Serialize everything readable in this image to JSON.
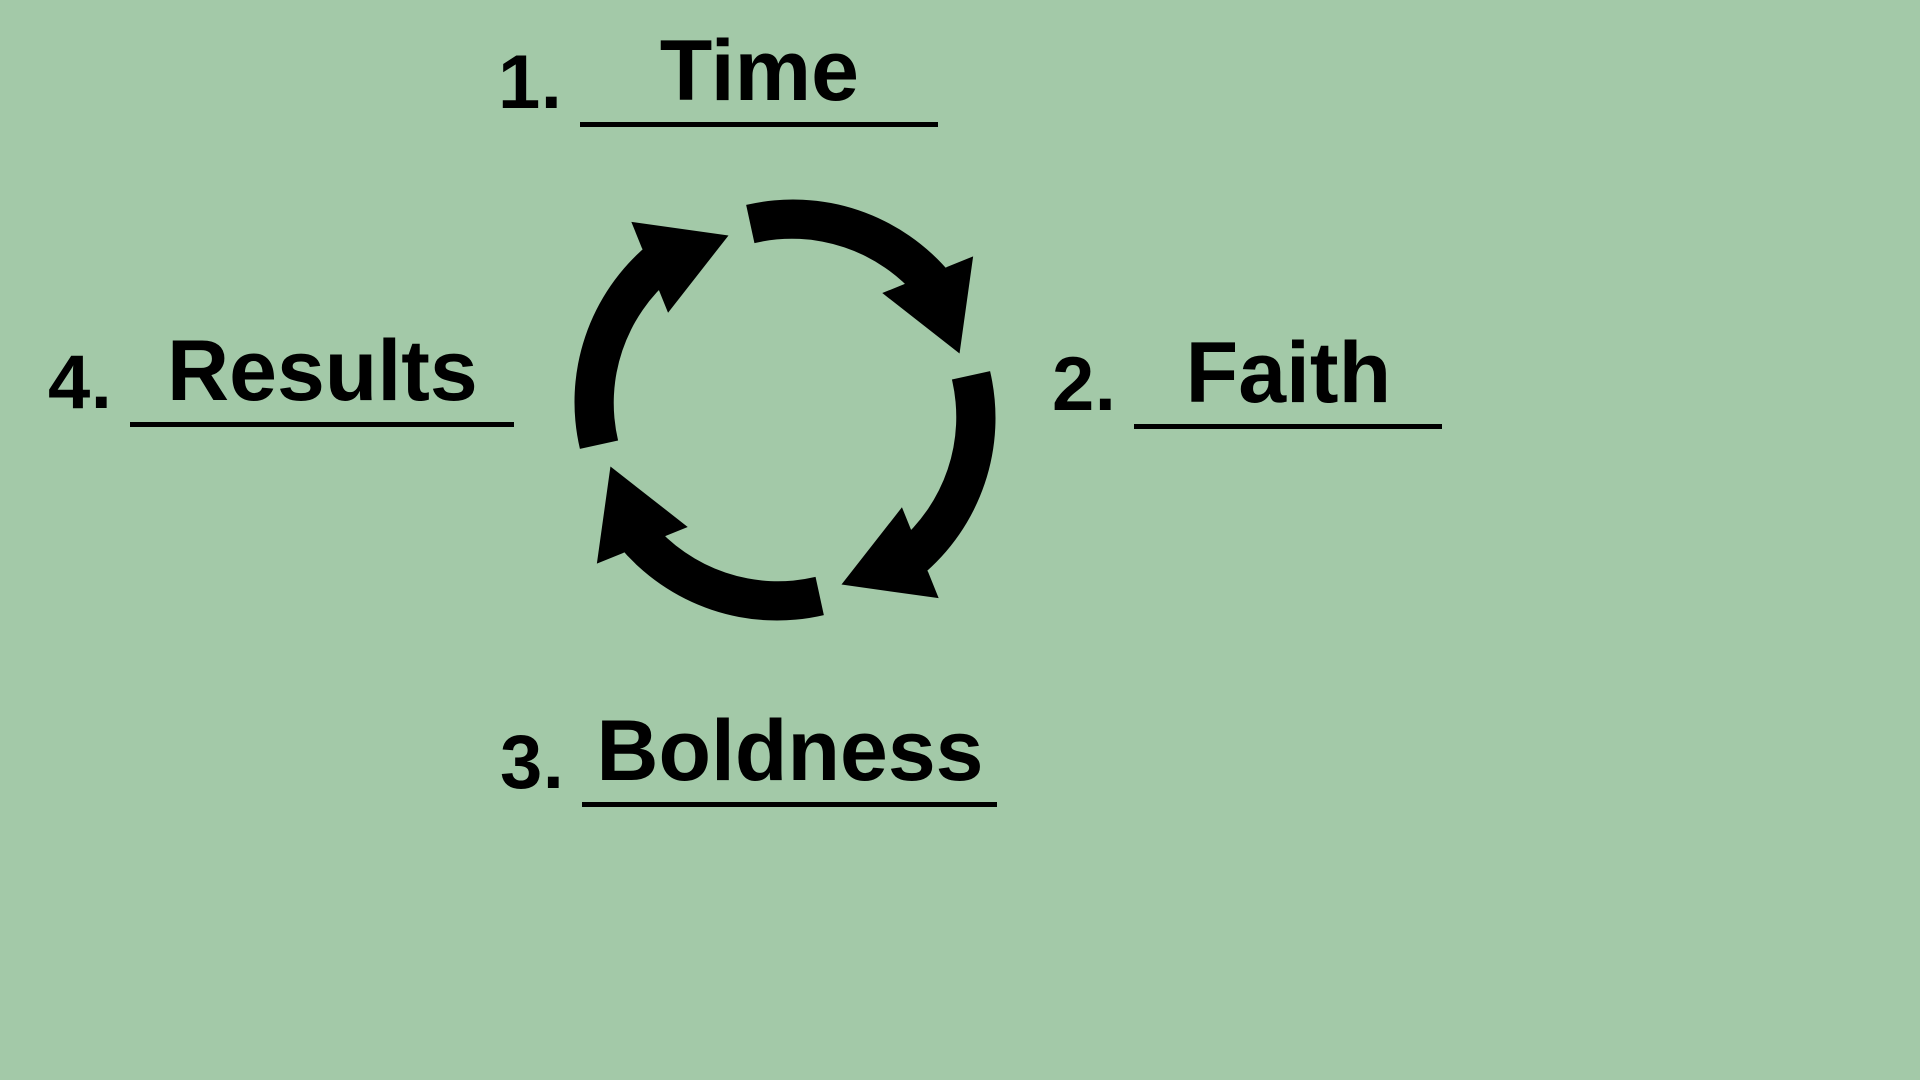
{
  "slide": {
    "background_color": "#a3c9a8",
    "text_color": "#000000",
    "title": "Time Faith Boldness Results Cycle"
  },
  "labels": [
    {
      "number": "1.",
      "answer": "Time",
      "position": "top",
      "name": "time"
    },
    {
      "number": "2.",
      "answer": "Faith",
      "position": "right",
      "name": "faith"
    },
    {
      "number": "3.",
      "answer": "Boldness",
      "position": "bottom",
      "name": "boldness"
    },
    {
      "number": "4.",
      "answer": "Results",
      "position": "left",
      "name": "results"
    }
  ],
  "diagram": {
    "type": "cycle",
    "direction": "clockwise",
    "arrow_count": 4,
    "arrow_color": "#000000",
    "description": "four curved arrows forming a clockwise circular cycle",
    "arrows": [
      {
        "name": "arrow-top",
        "from": "results",
        "to": "time"
      },
      {
        "name": "arrow-right",
        "from": "time",
        "to": "faith"
      },
      {
        "name": "arrow-bottom",
        "from": "faith",
        "to": "boldness"
      },
      {
        "name": "arrow-left",
        "from": "boldness",
        "to": "results"
      }
    ]
  }
}
